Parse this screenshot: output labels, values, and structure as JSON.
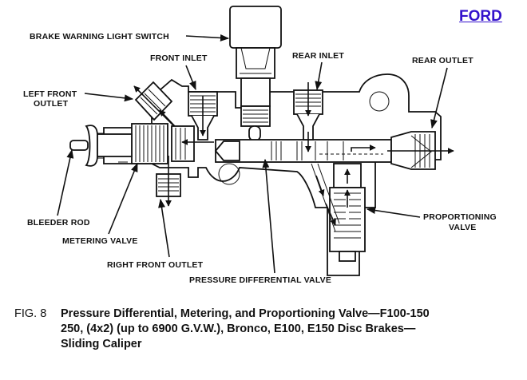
{
  "brand": {
    "label": "FORD",
    "color": "#3311cc"
  },
  "labels": {
    "brake_warning_light_switch": "BRAKE WARNING LIGHT SWITCH",
    "front_inlet": "FRONT INLET",
    "rear_inlet": "REAR INLET",
    "rear_outlet": "REAR OUTLET",
    "left_front_outlet_line1": "LEFT FRONT",
    "left_front_outlet_line2": "OUTLET",
    "bleeder_rod": "BLEEDER ROD",
    "metering_valve": "METERING VALVE",
    "right_front_outlet": "RIGHT FRONT OUTLET",
    "pressure_differential_valve": "PRESSURE DIFFERENTIAL VALVE",
    "proportioning_valve_line1": "PROPORTIONING",
    "proportioning_valve_line2": "VALVE"
  },
  "caption": {
    "figure": "FIG. 8",
    "lines": [
      "Pressure Differential, Metering, and Proportioning Valve—F100-150",
      "250, (4x2) (up to 6900 G.V.W.), Bronco, E100, E150 Disc Brakes—",
      "Sliding Caliper"
    ]
  }
}
